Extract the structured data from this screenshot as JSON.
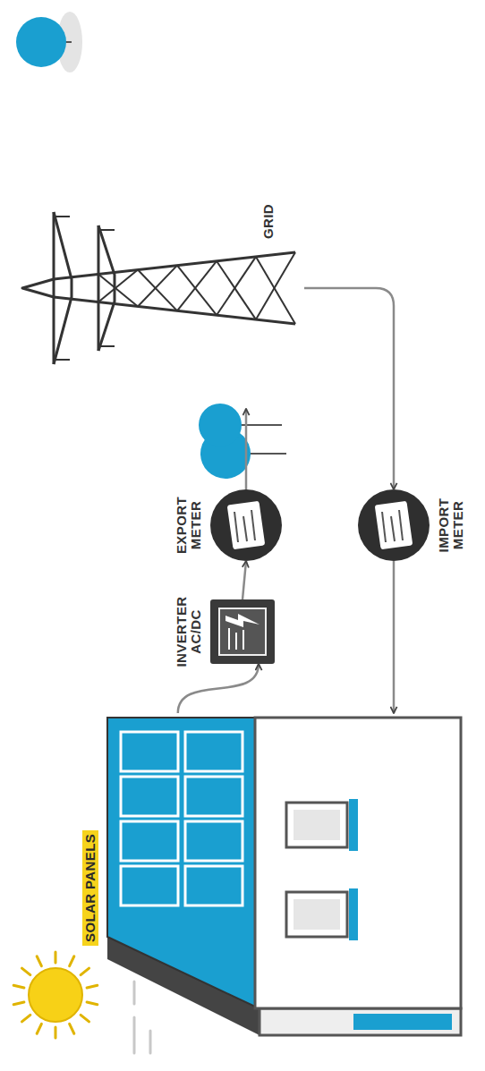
{
  "diagram": {
    "nodes": [
      {
        "text": [
          "SOLAR PANELS"
        ]
      },
      {
        "text": [
          "INVERTER AC/DC"
        ]
      },
      {
        "text": [
          "EXPORT METER"
        ]
      },
      {
        "text": [
          "GRID"
        ]
      },
      {
        "text": [
          "IMPORT METER"
        ]
      }
    ],
    "edges": [
      {
        "from": 0,
        "to": 1,
        "arrow": "to"
      },
      {
        "from": 1,
        "to": 2,
        "arrow": "to"
      },
      {
        "from": 2,
        "to": 3,
        "arrow": "to"
      },
      {
        "from": 3,
        "to": 4,
        "arrow": "to"
      },
      {
        "from": 4,
        "to": 0,
        "arrow": "to"
      }
    ]
  }
}
